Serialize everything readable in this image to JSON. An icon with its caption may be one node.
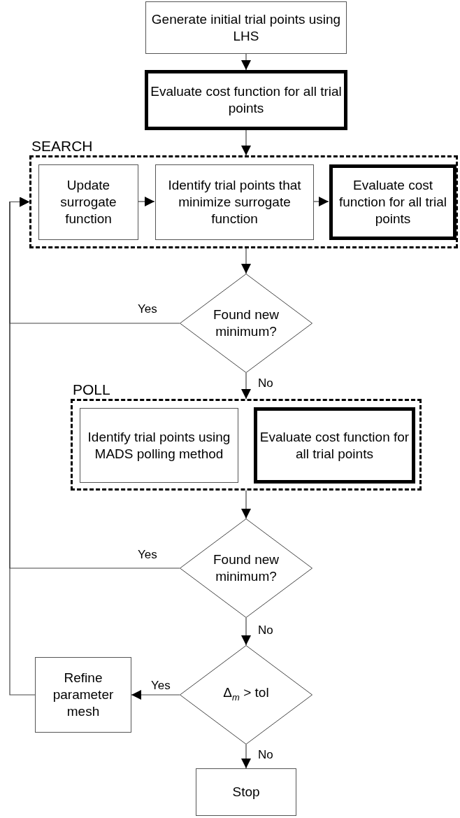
{
  "diagram": {
    "nodes": [
      {
        "text": [
          "Generate initial trial points using LHS"
        ]
      },
      {
        "text": [
          "Evaluate cost function for all trial points"
        ]
      },
      {
        "text": [
          "SEARCH"
        ]
      },
      {
        "text": [
          "Update surrogate function"
        ],
        "in": 2
      },
      {
        "text": [
          "Identify trial points that minimize surrogate function"
        ],
        "in": 2
      },
      {
        "text": [
          "Evaluate cost function for all trial points"
        ],
        "in": 2
      },
      {
        "text": [
          "Found new minimum?"
        ]
      },
      {
        "text": [
          "POLL"
        ]
      },
      {
        "text": [
          "Identify trial points using MADS polling method"
        ],
        "in": 7
      },
      {
        "text": [
          "Evaluate cost function for all trial points"
        ],
        "in": 7
      },
      {
        "text": [
          "Found new minimum?"
        ]
      },
      {
        "text": [
          "Δ$_{m}$ > tol"
        ]
      },
      {
        "text": [
          "Refine parameter mesh"
        ]
      },
      {
        "text": [
          "Stop"
        ]
      }
    ],
    "edges": [
      {
        "from": 0,
        "to": 1,
        "arrow": "to"
      },
      {
        "from": 1,
        "to": 2,
        "arrow": "to"
      },
      {
        "from": 3,
        "to": 4,
        "arrow": "to"
      },
      {
        "from": 4,
        "to": 5,
        "arrow": "to"
      },
      {
        "from": 2,
        "to": 6,
        "arrow": "to"
      },
      {
        "from": 6,
        "to": 2,
        "arrow": "to",
        "label": "Yes"
      },
      {
        "from": 6,
        "to": 7,
        "arrow": "to",
        "label": "No"
      },
      {
        "from": 7,
        "to": 10,
        "arrow": "to"
      },
      {
        "from": 10,
        "to": 2,
        "arrow": "to",
        "label": "Yes"
      },
      {
        "from": 10,
        "to": 11,
        "arrow": "to",
        "label": "No"
      },
      {
        "from": 11,
        "to": 12,
        "arrow": "to",
        "label": "Yes"
      },
      {
        "from": 11,
        "to": 13,
        "arrow": "to",
        "label": "No"
      },
      {
        "from": 12,
        "to": 2,
        "arrow": "to"
      }
    ]
  }
}
